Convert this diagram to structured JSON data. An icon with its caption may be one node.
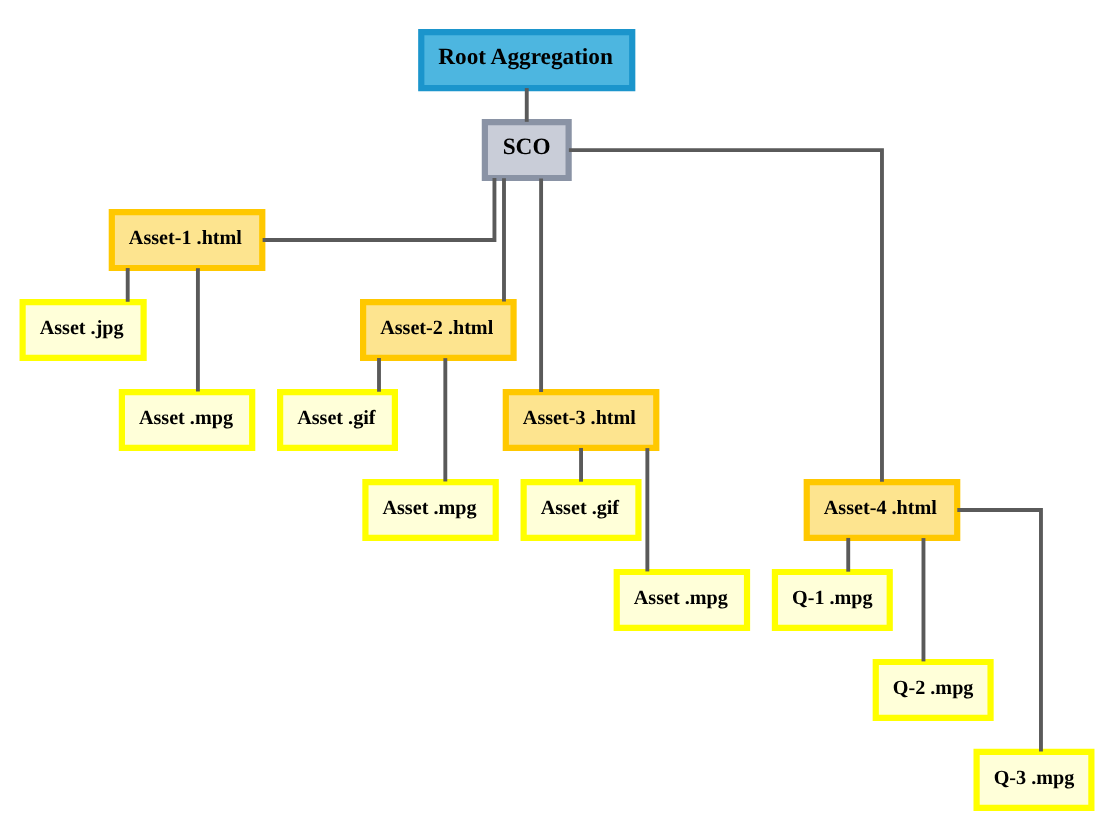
{
  "diagram": {
    "nodes": [
      {
        "text": [
          "Root Aggregation"
        ]
      },
      {
        "text": [
          "SCO"
        ]
      },
      {
        "text": [
          "Asset-1 .html"
        ]
      },
      {
        "text": [
          "Asset .jpg"
        ]
      },
      {
        "text": [
          "Asset .mpg"
        ]
      },
      {
        "text": [
          "Asset-2 .html"
        ]
      },
      {
        "text": [
          "Asset .gif"
        ]
      },
      {
        "text": [
          "Asset .mpg"
        ]
      },
      {
        "text": [
          "Asset-3 .html"
        ]
      },
      {
        "text": [
          "Asset .gif"
        ]
      },
      {
        "text": [
          "Asset .mpg"
        ]
      },
      {
        "text": [
          "Asset-4 .html"
        ]
      },
      {
        "text": [
          "Q-1 .mpg"
        ]
      },
      {
        "text": [
          "Q-2 .mpg"
        ]
      },
      {
        "text": [
          "Q-3 .mpg"
        ]
      }
    ],
    "edges": [
      {
        "from": 0,
        "to": 1,
        "arrow": "none"
      },
      {
        "from": 1,
        "to": 2,
        "arrow": "none"
      },
      {
        "from": 1,
        "to": 5,
        "arrow": "none"
      },
      {
        "from": 1,
        "to": 8,
        "arrow": "none"
      },
      {
        "from": 1,
        "to": 11,
        "arrow": "none"
      },
      {
        "from": 2,
        "to": 3,
        "arrow": "none"
      },
      {
        "from": 2,
        "to": 4,
        "arrow": "none"
      },
      {
        "from": 5,
        "to": 6,
        "arrow": "none"
      },
      {
        "from": 5,
        "to": 7,
        "arrow": "none"
      },
      {
        "from": 8,
        "to": 9,
        "arrow": "none"
      },
      {
        "from": 8,
        "to": 10,
        "arrow": "none"
      },
      {
        "from": 11,
        "to": 12,
        "arrow": "none"
      },
      {
        "from": 11,
        "to": 13,
        "arrow": "none"
      },
      {
        "from": 11,
        "to": 14,
        "arrow": "none"
      }
    ]
  }
}
